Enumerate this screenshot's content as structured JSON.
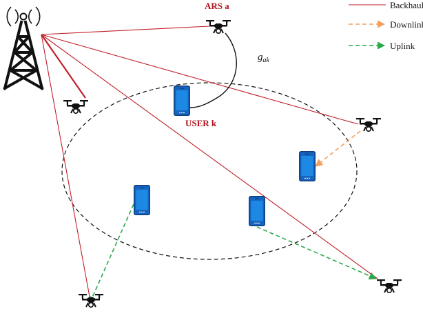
{
  "legend": {
    "backhaul": "Backhaul",
    "downlink": "Downlink",
    "uplink": "Uplink"
  },
  "labels": {
    "ars": "ARS a",
    "user": "USER k",
    "channel_main": "g",
    "channel_sub": "ak"
  },
  "colors": {
    "backhaul": "#c0202a",
    "downlink": "#f0a060",
    "uplink": "#2aa84a",
    "label": "#b0151f",
    "phone": "#1565c0",
    "phone_dark": "#0d3f80",
    "drone": "#111111"
  },
  "icons": {
    "tower": "radio-tower-icon",
    "drone": "drone-icon",
    "phone": "smartphone-icon"
  }
}
